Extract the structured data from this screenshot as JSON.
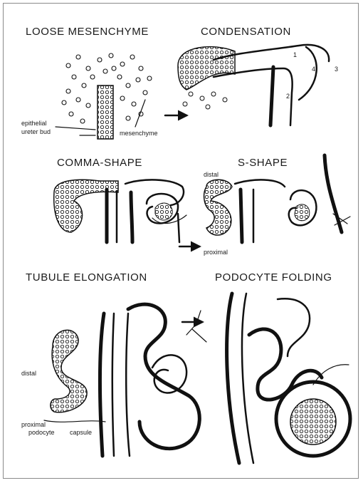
{
  "panels": {
    "loose_mesenchyme": {
      "title": "LOOSE MESENCHYME",
      "labels": {
        "epithelial": "epithelial",
        "ureter_bud": "ureter bud",
        "mesenchyme": "mesenchyme"
      }
    },
    "condensation": {
      "title": "CONDENSATION",
      "numbers": [
        "1",
        "2",
        "3",
        "4"
      ]
    },
    "comma_shape": {
      "title": "COMMA-SHAPE"
    },
    "s_shape": {
      "title": "S-SHAPE",
      "labels": {
        "distal": "distal",
        "proximal": "proximal"
      }
    },
    "tubule_elongation": {
      "title": "TUBULE ELONGATION",
      "labels": {
        "distal": "distal",
        "proximal": "proximal",
        "podocyte": "podocyte",
        "capsule": "capsule"
      }
    },
    "podocyte_folding": {
      "title": "PODOCYTE FOLDING"
    }
  }
}
